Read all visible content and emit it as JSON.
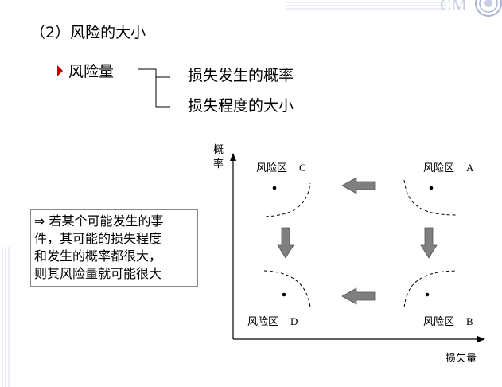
{
  "branding": {
    "logo_text": "CM"
  },
  "heading": "（2）风险的大小",
  "bullet": {
    "label": "风险量"
  },
  "branches": [
    "损失发生的概率",
    "损失程度的大小"
  ],
  "note": {
    "lines": [
      "⇒ 若某个可能发生的事",
      "件，其可能的损失程度",
      "和发生的概率都很大，",
      "则其风险量就可能很大"
    ]
  },
  "diagram": {
    "y_axis_label_top": "概",
    "y_axis_label_bottom": "率",
    "x_axis_label": "损失量",
    "zones": {
      "c": {
        "name": "风险区",
        "letter": "C"
      },
      "a": {
        "name": "风险区",
        "letter": "A"
      },
      "d": {
        "name": "风险区",
        "letter": "D"
      },
      "b": {
        "name": "风险区",
        "letter": "B"
      }
    },
    "arrow_color": "#7f7f7f"
  }
}
